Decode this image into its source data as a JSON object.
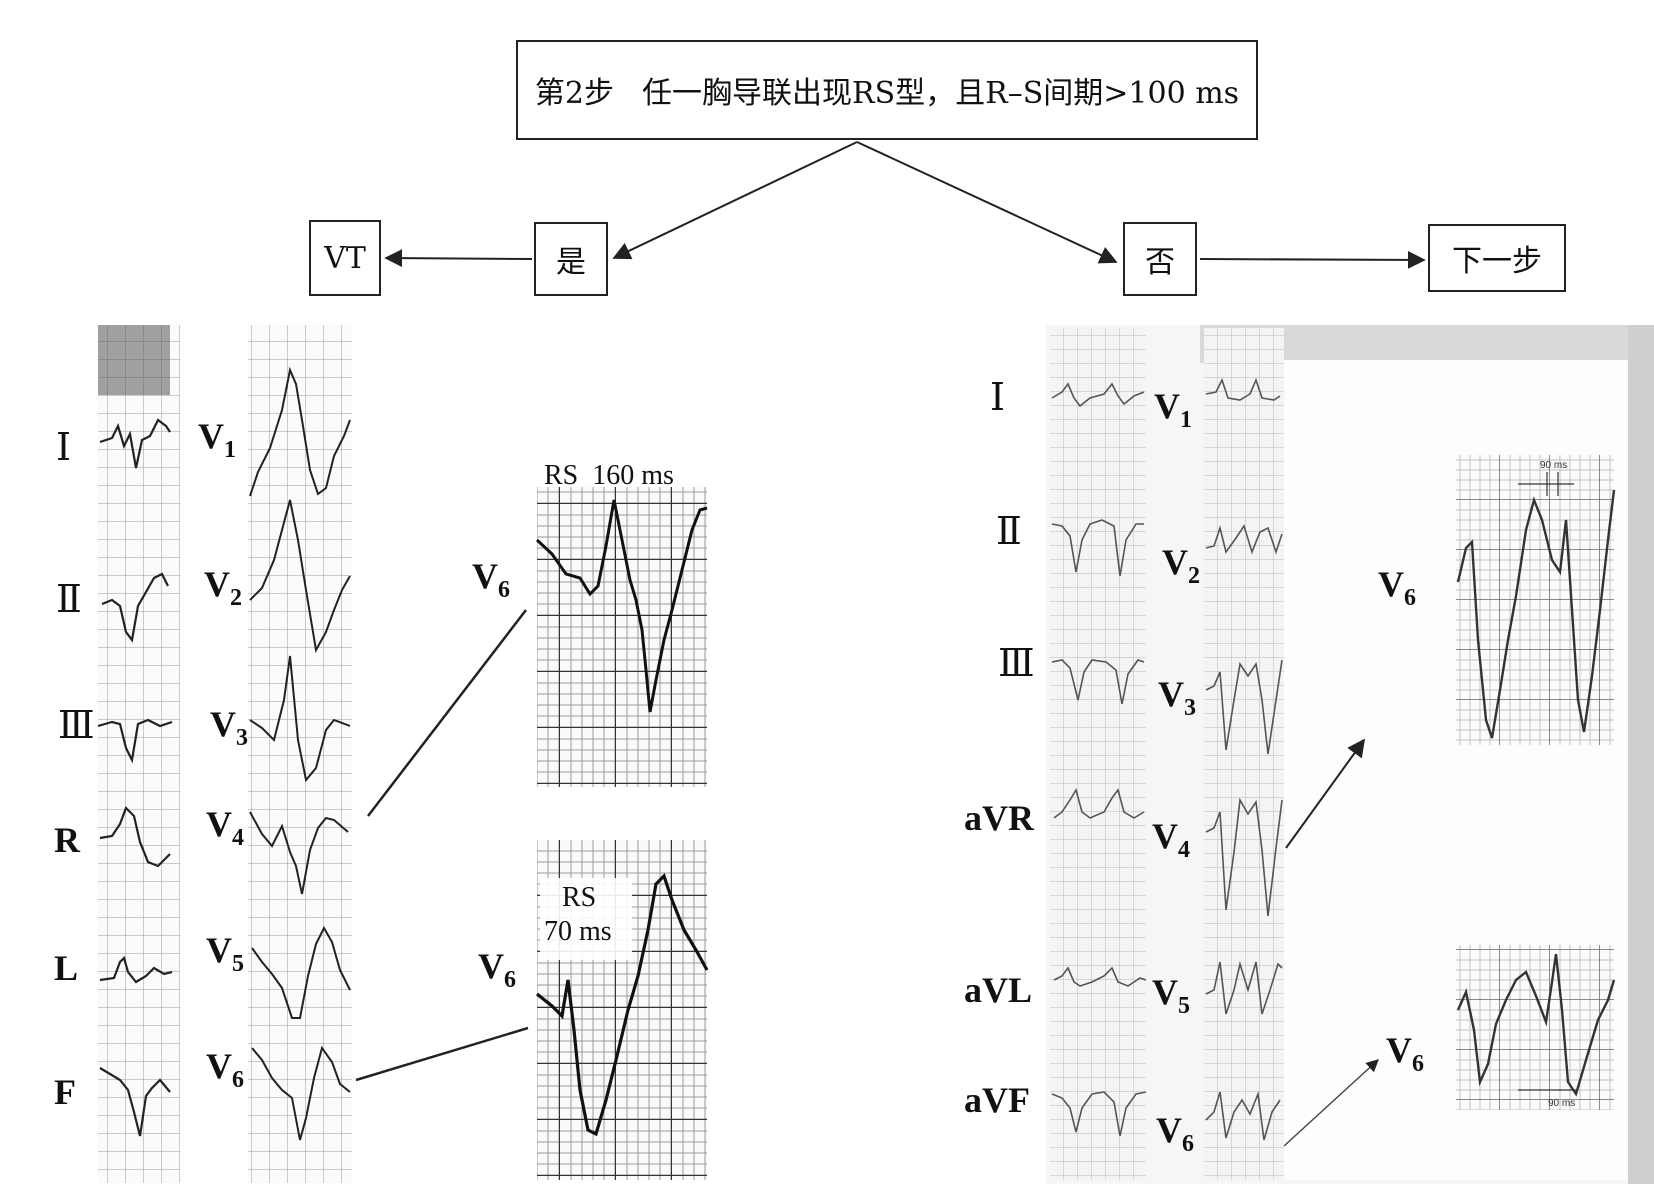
{
  "flow": {
    "step": "第2步",
    "criterion": "任一胸导联出现RS型，且R–S间期>100 ms",
    "yes": "是",
    "no": "否",
    "vt": "VT",
    "next": "下一步"
  },
  "left_ecg": {
    "limb_leads": [
      "Ⅰ",
      "Ⅱ",
      "Ⅲ",
      "R",
      "L",
      "F"
    ],
    "chest_leads": [
      {
        "base": "V",
        "sub": "1"
      },
      {
        "base": "V",
        "sub": "2"
      },
      {
        "base": "V",
        "sub": "3"
      },
      {
        "base": "V",
        "sub": "4"
      },
      {
        "base": "V",
        "sub": "5"
      },
      {
        "base": "V",
        "sub": "6"
      }
    ],
    "zoom_top": {
      "base": "V",
      "sub": "6",
      "annotation": "RS  160 ms"
    },
    "zoom_bottom": {
      "base": "V",
      "sub": "6",
      "annotation_line1": "RS",
      "annotation_line2": "70 ms"
    }
  },
  "right_ecg": {
    "limb_leads": [
      "Ⅰ",
      "Ⅱ",
      "Ⅲ",
      "aVR",
      "aVL",
      "aVF"
    ],
    "chest_leads": [
      {
        "base": "V",
        "sub": "1"
      },
      {
        "base": "V",
        "sub": "2"
      },
      {
        "base": "V",
        "sub": "3"
      },
      {
        "base": "V",
        "sub": "4"
      },
      {
        "base": "V",
        "sub": "5"
      },
      {
        "base": "V",
        "sub": "6"
      }
    ],
    "zoom_top": {
      "base": "V",
      "sub": "6",
      "annotation": "90 ms"
    },
    "zoom_bottom": {
      "base": "V",
      "sub": "6",
      "annotation": "90 ms"
    }
  }
}
